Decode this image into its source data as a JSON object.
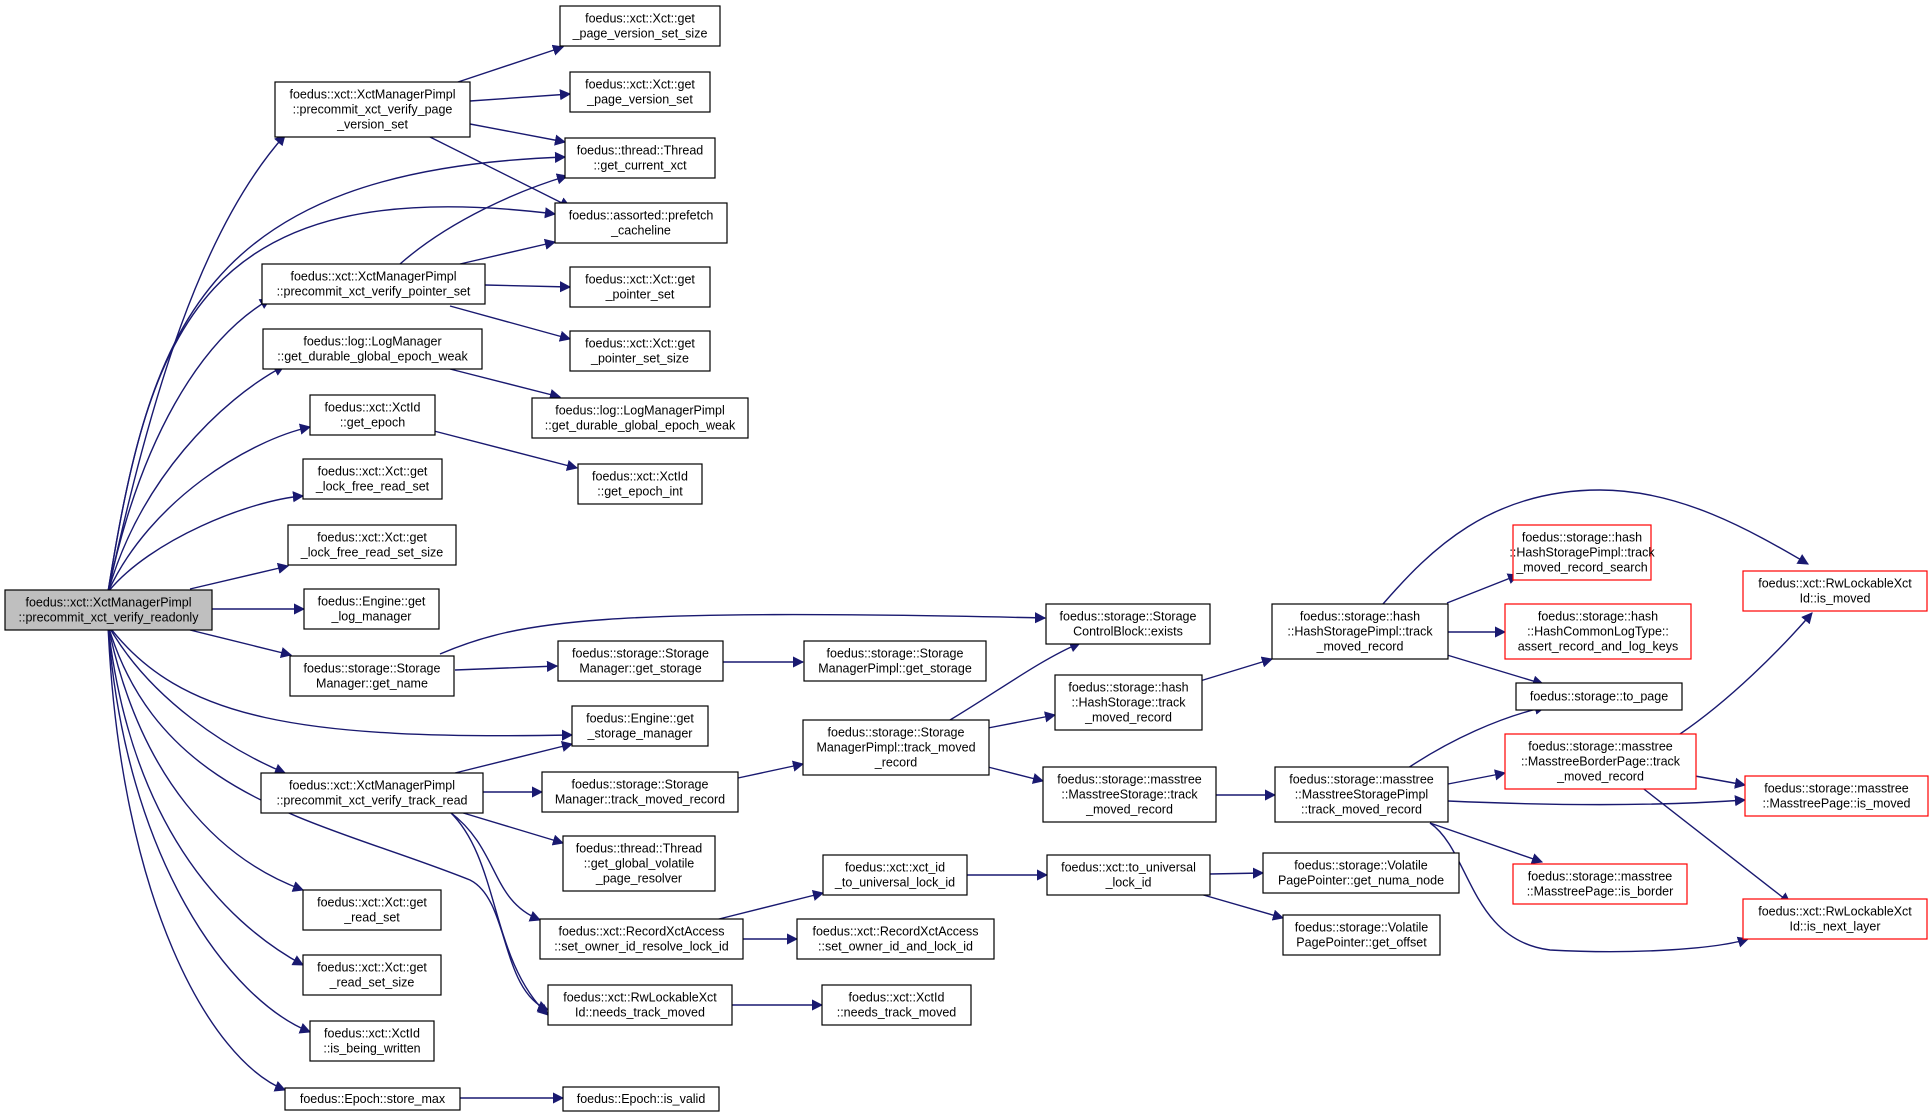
{
  "nodes": [
    {
      "id": "root",
      "lines": [
        "foedus::xct::XctManagerPimpl",
        "::precommit_xct_verify_readonly"
      ],
      "style": "root"
    },
    {
      "id": "pvs",
      "lines": [
        "foedus::xct::XctManagerPimpl",
        "::precommit_xct_verify_page",
        "_version_set"
      ]
    },
    {
      "id": "getpvss",
      "lines": [
        "foedus::xct::Xct::get",
        "_page_version_set_size"
      ]
    },
    {
      "id": "getpvs",
      "lines": [
        "foedus::xct::Xct::get",
        "_page_version_set"
      ]
    },
    {
      "id": "getcur",
      "lines": [
        "foedus::thread::Thread",
        "::get_current_xct"
      ]
    },
    {
      "id": "prefetch",
      "lines": [
        "foedus::assorted::prefetch",
        "_cacheline"
      ]
    },
    {
      "id": "ps",
      "lines": [
        "foedus::xct::XctManagerPimpl",
        "::precommit_xct_verify_pointer_set"
      ]
    },
    {
      "id": "getps",
      "lines": [
        "foedus::xct::Xct::get",
        "_pointer_set"
      ]
    },
    {
      "id": "getpss",
      "lines": [
        "foedus::xct::Xct::get",
        "_pointer_set_size"
      ]
    },
    {
      "id": "lmweak",
      "lines": [
        "foedus::log::LogManager",
        "::get_durable_global_epoch_weak"
      ]
    },
    {
      "id": "lmpweak",
      "lines": [
        "foedus::log::LogManagerPimpl",
        "::get_durable_global_epoch_weak"
      ]
    },
    {
      "id": "getepoch",
      "lines": [
        "foedus::xct::XctId",
        "::get_epoch"
      ]
    },
    {
      "id": "getepochint",
      "lines": [
        "foedus::xct::XctId",
        "::get_epoch_int"
      ]
    },
    {
      "id": "lfrs",
      "lines": [
        "foedus::xct::Xct::get",
        "_lock_free_read_set"
      ]
    },
    {
      "id": "lfrss",
      "lines": [
        "foedus::xct::Xct::get",
        "_lock_free_read_set_size"
      ]
    },
    {
      "id": "logmgr",
      "lines": [
        "foedus::Engine::get",
        "_log_manager"
      ]
    },
    {
      "id": "smname",
      "lines": [
        "foedus::storage::Storage",
        "Manager::get_name"
      ]
    },
    {
      "id": "cbexists",
      "lines": [
        "foedus::storage::Storage",
        "ControlBlock::exists"
      ]
    },
    {
      "id": "smgetst",
      "lines": [
        "foedus::storage::Storage",
        "Manager::get_storage"
      ]
    },
    {
      "id": "smpgetst",
      "lines": [
        "foedus::storage::Storage",
        "ManagerPimpl::get_storage"
      ]
    },
    {
      "id": "engsm",
      "lines": [
        "foedus::Engine::get",
        "_storage_manager"
      ]
    },
    {
      "id": "tr",
      "lines": [
        "foedus::xct::XctManagerPimpl",
        "::precommit_xct_verify_track_read"
      ]
    },
    {
      "id": "smtmr",
      "lines": [
        "foedus::storage::Storage",
        "Manager::track_moved_record"
      ]
    },
    {
      "id": "smptmr",
      "lines": [
        "foedus::storage::Storage",
        "ManagerPimpl::track_moved",
        "_record"
      ]
    },
    {
      "id": "hstmr",
      "lines": [
        "foedus::storage::hash",
        "::HashStorage::track",
        "_moved_record"
      ]
    },
    {
      "id": "hsptmr",
      "lines": [
        "foedus::storage::hash",
        "::HashStoragePimpl::track",
        "_moved_record"
      ]
    },
    {
      "id": "hsptmrs",
      "lines": [
        "foedus::storage::hash",
        "::HashStoragePimpl::track",
        "_moved_record_search"
      ],
      "style": "red"
    },
    {
      "id": "hclt",
      "lines": [
        "foedus::storage::hash",
        "::HashCommonLogType::",
        "assert_record_and_log_keys"
      ],
      "style": "red"
    },
    {
      "id": "topage",
      "lines": [
        "foedus::storage::to_page"
      ]
    },
    {
      "id": "rwismoved",
      "lines": [
        "foedus::xct::RwLockableXct",
        "Id::is_moved"
      ],
      "style": "red"
    },
    {
      "id": "mstmr",
      "lines": [
        "foedus::storage::masstree",
        "::MasstreeStorage::track",
        "_moved_record"
      ]
    },
    {
      "id": "msptmr",
      "lines": [
        "foedus::storage::masstree",
        "::MasstreeStoragePimpl",
        "::track_moved_record"
      ]
    },
    {
      "id": "mbptmr",
      "lines": [
        "foedus::storage::masstree",
        "::MasstreeBorderPage::track",
        "_moved_record"
      ],
      "style": "red"
    },
    {
      "id": "mpismoved",
      "lines": [
        "foedus::storage::masstree",
        "::MasstreePage::is_moved"
      ],
      "style": "red"
    },
    {
      "id": "mpisborder",
      "lines": [
        "foedus::storage::masstree",
        "::MasstreePage::is_border"
      ],
      "style": "red"
    },
    {
      "id": "rwnextlayer",
      "lines": [
        "foedus::xct::RwLockableXct",
        "Id::is_next_layer"
      ],
      "style": "red"
    },
    {
      "id": "getgvpr",
      "lines": [
        "foedus::thread::Thread",
        "::get_global_volatile",
        "_page_resolver"
      ]
    },
    {
      "id": "xidtoul",
      "lines": [
        "foedus::xct::xct_id",
        "_to_universal_lock_id"
      ]
    },
    {
      "id": "toul",
      "lines": [
        "foedus::xct::to_universal",
        "_lock_id"
      ]
    },
    {
      "id": "vpnuma",
      "lines": [
        "foedus::storage::Volatile",
        "PagePointer::get_numa_node"
      ]
    },
    {
      "id": "vpoffset",
      "lines": [
        "foedus::storage::Volatile",
        "PagePointer::get_offset"
      ]
    },
    {
      "id": "rxaresolve",
      "lines": [
        "foedus::xct::RecordXctAccess",
        "::set_owner_id_resolve_lock_id"
      ]
    },
    {
      "id": "rxaset",
      "lines": [
        "foedus::xct::RecordXctAccess",
        "::set_owner_id_and_lock_id"
      ]
    },
    {
      "id": "rwneeds",
      "lines": [
        "foedus::xct::RwLockableXct",
        "Id::needs_track_moved"
      ]
    },
    {
      "id": "xidneeds",
      "lines": [
        "foedus::xct::XctId",
        "::needs_track_moved"
      ]
    },
    {
      "id": "getrs",
      "lines": [
        "foedus::xct::Xct::get",
        "_read_set"
      ]
    },
    {
      "id": "getrss",
      "lines": [
        "foedus::xct::Xct::get",
        "_read_set_size"
      ]
    },
    {
      "id": "isbw",
      "lines": [
        "foedus::xct::XctId",
        "::is_being_written"
      ]
    },
    {
      "id": "storemax",
      "lines": [
        "foedus::Epoch::store_max"
      ]
    },
    {
      "id": "isvalid",
      "lines": [
        "foedus::Epoch::is_valid"
      ]
    }
  ]
}
